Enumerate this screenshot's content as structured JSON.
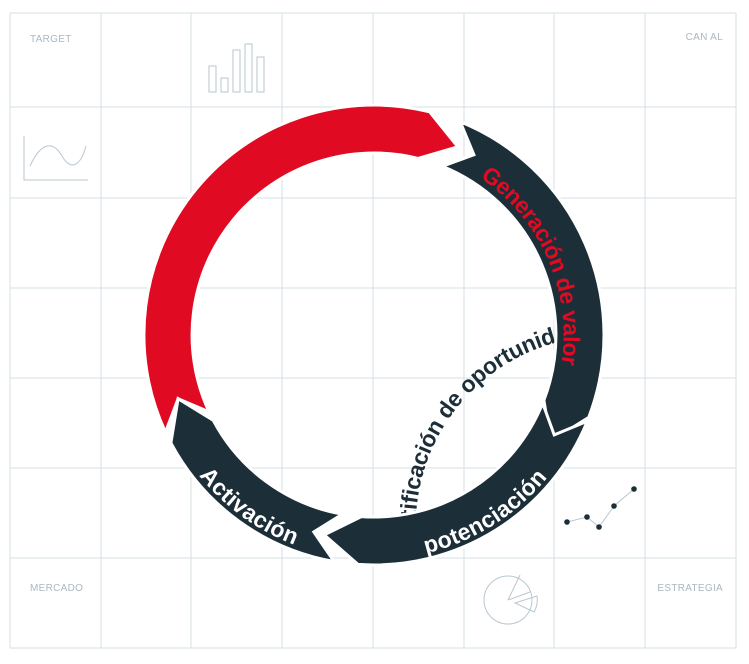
{
  "corners": {
    "top_left": "TARGET",
    "top_right": "CAN AL",
    "bottom_left": "MERCADO",
    "bottom_right": "ESTRATEGIA"
  },
  "segments": [
    {
      "id": "identificacion",
      "label": "Identificación de oportunidades",
      "fill": "#e10a23",
      "text_color": "#1c2e38"
    },
    {
      "id": "generacion",
      "label": "Generación de valor",
      "fill": "#1c2e38",
      "text_color": "#e10a23"
    },
    {
      "id": "potenciacion",
      "label": "potenciación",
      "fill": "#1c2e38",
      "text_color": "#ffffff"
    },
    {
      "id": "activacion",
      "label": "Activación",
      "fill": "#1c2e38",
      "text_color": "#ffffff"
    }
  ],
  "colors": {
    "grid": "#d6e0e6",
    "deco": "#b9c7cf",
    "corner_text": "#a9b8c1",
    "dots": "#1c2e38"
  },
  "decorations": [
    "bar-chart-icon",
    "wave-chart-icon",
    "pie-chart-icon",
    "scatter-trend-icon"
  ]
}
